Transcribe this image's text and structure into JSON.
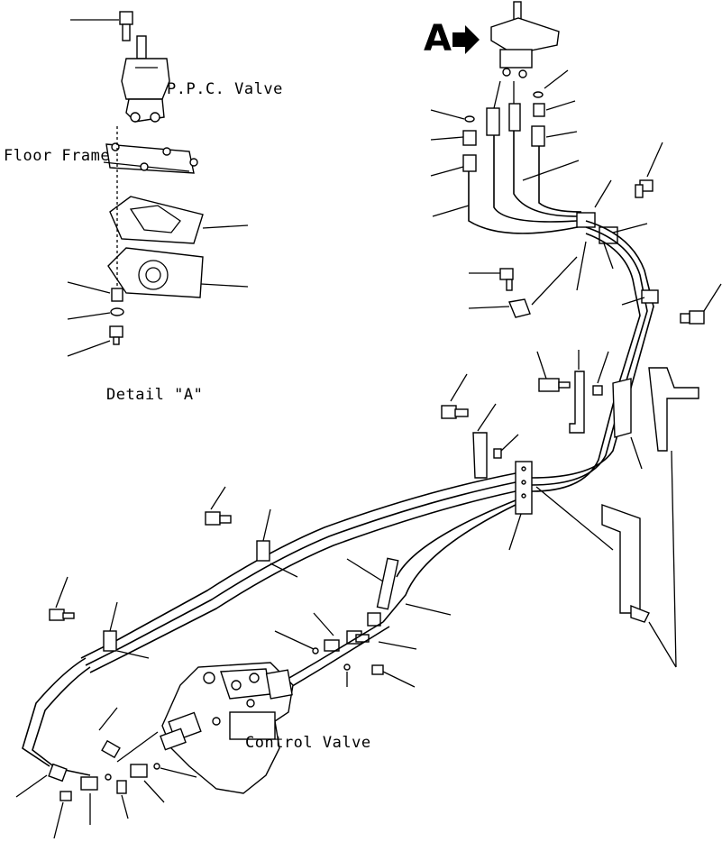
{
  "labels": {
    "ppc_valve": "P.P.C. Valve",
    "floor_frame": "Floor Frame",
    "detail_a": "Detail \"A\"",
    "control_valve": "Control Valve",
    "view_marker": "A"
  },
  "icons": {
    "view_arrow": "arrow-right-icon"
  }
}
